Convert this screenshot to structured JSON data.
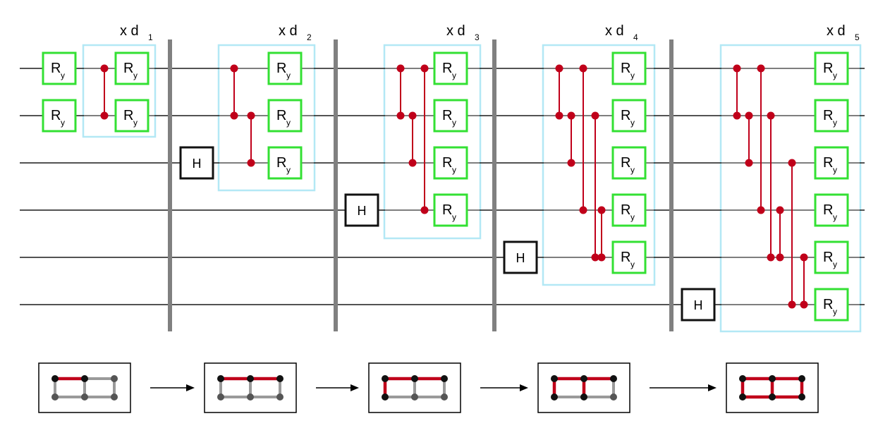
{
  "colors": {
    "wire": "#1a1a1a",
    "wire_inner": "#7a7a7a",
    "separator": "#808080",
    "block": "#b3e8f5",
    "gate_ry": "#33e033",
    "gate_h": "#111111",
    "cz": "#c0001a",
    "lattice_off": "#9a9a9a",
    "lattice_node_off": "#555555",
    "lattice_node_on": "#111111",
    "arrow": "#000000"
  },
  "gates": {
    "ry_label": "R",
    "ry_sub": "y",
    "h_label": "H"
  },
  "stages": [
    {
      "repeat_label": "x d",
      "repeat_sub": "1"
    },
    {
      "repeat_label": "x d",
      "repeat_sub": "2"
    },
    {
      "repeat_label": "x d",
      "repeat_sub": "3"
    },
    {
      "repeat_label": "x d",
      "repeat_sub": "4"
    },
    {
      "repeat_label": "x d",
      "repeat_sub": "5"
    }
  ]
}
